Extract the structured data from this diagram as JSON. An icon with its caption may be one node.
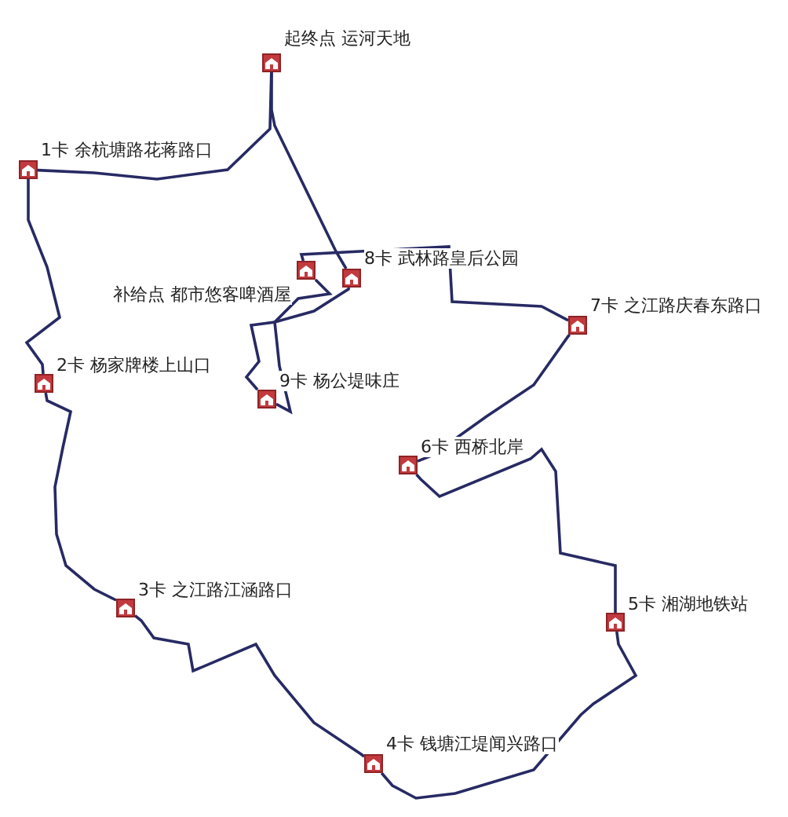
{
  "diagram": {
    "nodes": [
      {
        "text": [],
        "shape": "box",
        "beside": [
          "起终点 运河天地"
        ]
      },
      {
        "text": [],
        "shape": "box",
        "beside": [
          "1卡 余杭塘路花蒋路口"
        ]
      },
      {
        "text": [],
        "shape": "box",
        "beside": [
          "2卡 杨家牌楼上山口"
        ]
      },
      {
        "text": [],
        "shape": "box",
        "beside": [
          "3卡 之江路江涵路口"
        ]
      },
      {
        "text": [],
        "shape": "box",
        "beside": [
          "4卡 钱塘江堤闻兴路口"
        ]
      },
      {
        "text": [],
        "shape": "box",
        "beside": [
          "5卡 湘湖地铁站"
        ]
      },
      {
        "text": [],
        "shape": "box",
        "beside": [
          "6卡 西桥北岸"
        ]
      },
      {
        "text": [],
        "shape": "box",
        "beside": [
          "7卡 之江路庆春东路口"
        ]
      },
      {
        "text": [],
        "shape": "box",
        "beside": [
          "补给点 都市悠客啤酒屋"
        ]
      },
      {
        "text": [],
        "shape": "box",
        "beside": [
          "8卡 武林路皇后公园"
        ]
      },
      {
        "text": [],
        "shape": "box",
        "beside": [
          "9卡 杨公堤味庄"
        ]
      }
    ],
    "edges": [
      {
        "from": 0,
        "to": 1,
        "arrow": "none"
      },
      {
        "from": 1,
        "to": 2,
        "arrow": "none"
      },
      {
        "from": 2,
        "to": 3,
        "arrow": "none"
      },
      {
        "from": 3,
        "to": 4,
        "arrow": "none"
      },
      {
        "from": 4,
        "to": 5,
        "arrow": "none"
      },
      {
        "from": 5,
        "to": 6,
        "arrow": "none"
      },
      {
        "from": 6,
        "to": 7,
        "arrow": "none"
      },
      {
        "from": 7,
        "to": 8,
        "arrow": "none"
      },
      {
        "from": 8,
        "to": 10,
        "arrow": "none"
      },
      {
        "from": 10,
        "to": 9,
        "arrow": "none"
      },
      {
        "from": 9,
        "to": 0,
        "arrow": "none"
      }
    ]
  }
}
